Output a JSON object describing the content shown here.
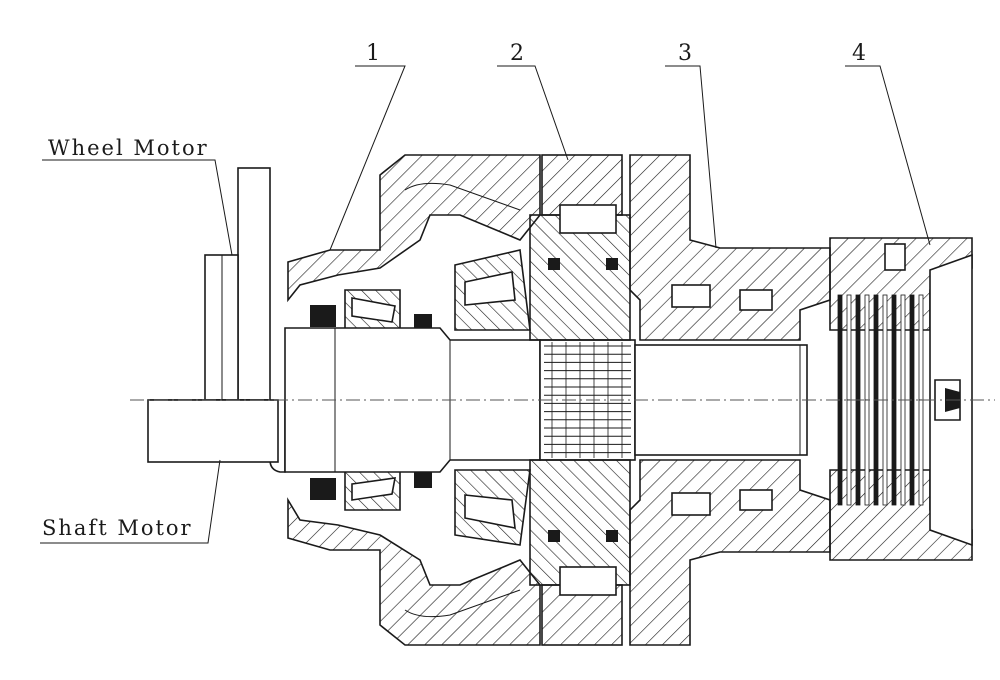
{
  "labels": {
    "wheel_motor": "Wheel Motor",
    "shaft_motor": "Shaft Motor",
    "callout_1": "1",
    "callout_2": "2",
    "callout_3": "3",
    "callout_4": "4"
  },
  "colors": {
    "line": "#1a1a1a",
    "background": "#ffffff"
  }
}
